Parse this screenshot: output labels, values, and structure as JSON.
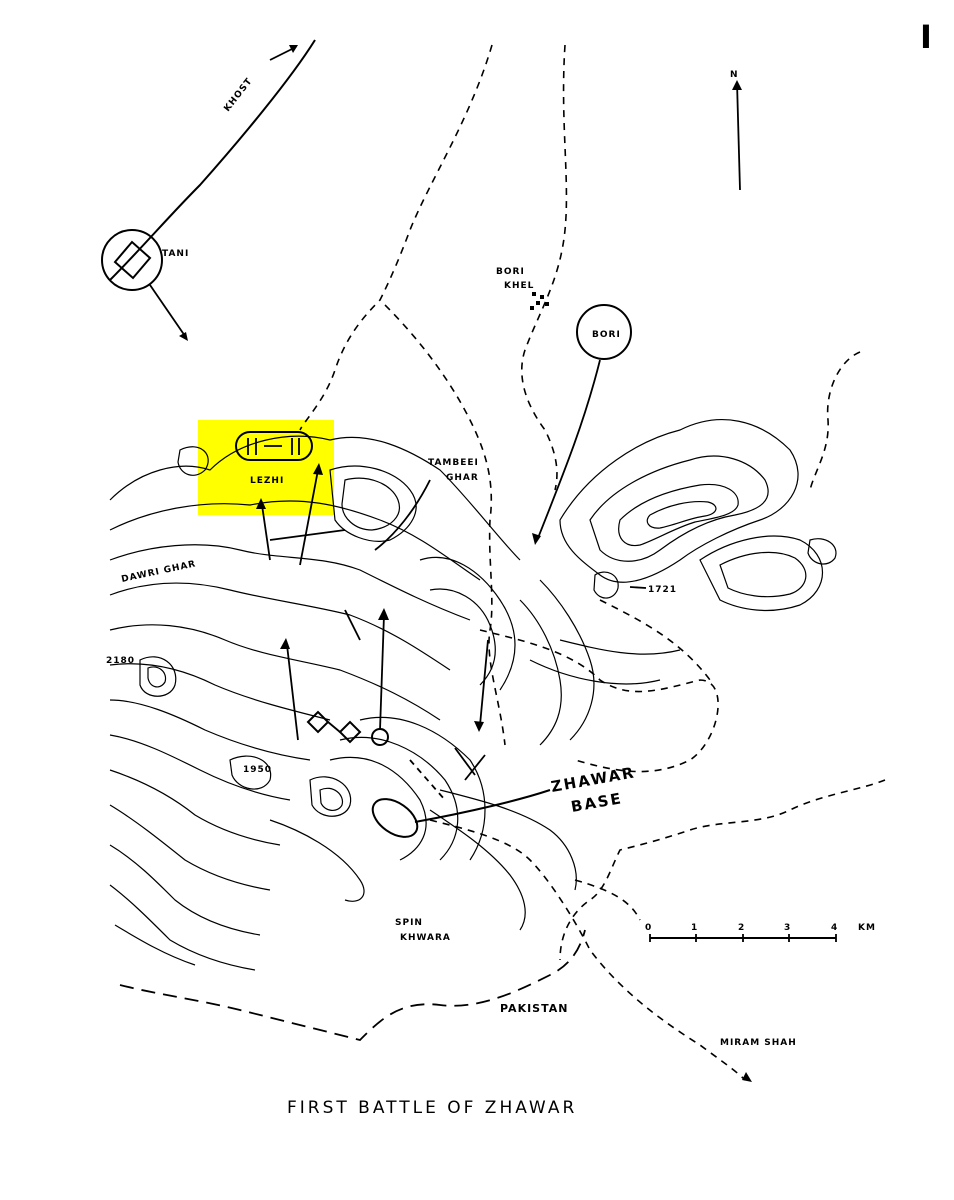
{
  "map": {
    "title": "FIRST BATTLE OF ZHAWAR",
    "page_mark": "I",
    "north": "N",
    "highlight_color": "#ffff00",
    "labels": {
      "khost": "KHOST",
      "tani": "TANI",
      "bori_khel_1": "BORI",
      "bori_khel_2": "KHEL",
      "bori": "BORI",
      "lezhi": "LEZHI",
      "tambeei_1": "TAMBEEI",
      "tambeei_2": "GHAR",
      "dawri_ghar": "DAWRI GHAR",
      "elev_2180": "2180",
      "elev_1721": "1721",
      "elev_1950": "1950",
      "zhawar_1": "ZHAWAR",
      "zhawar_2": "BASE",
      "spin_1": "SPIN",
      "spin_2": "KHWARA",
      "pakistan": "PAKISTAN",
      "miram_shah": "MIRAM SHAH"
    },
    "scale": {
      "ticks": [
        "0",
        "1",
        "2",
        "3",
        "4"
      ],
      "unit": "KM"
    }
  }
}
